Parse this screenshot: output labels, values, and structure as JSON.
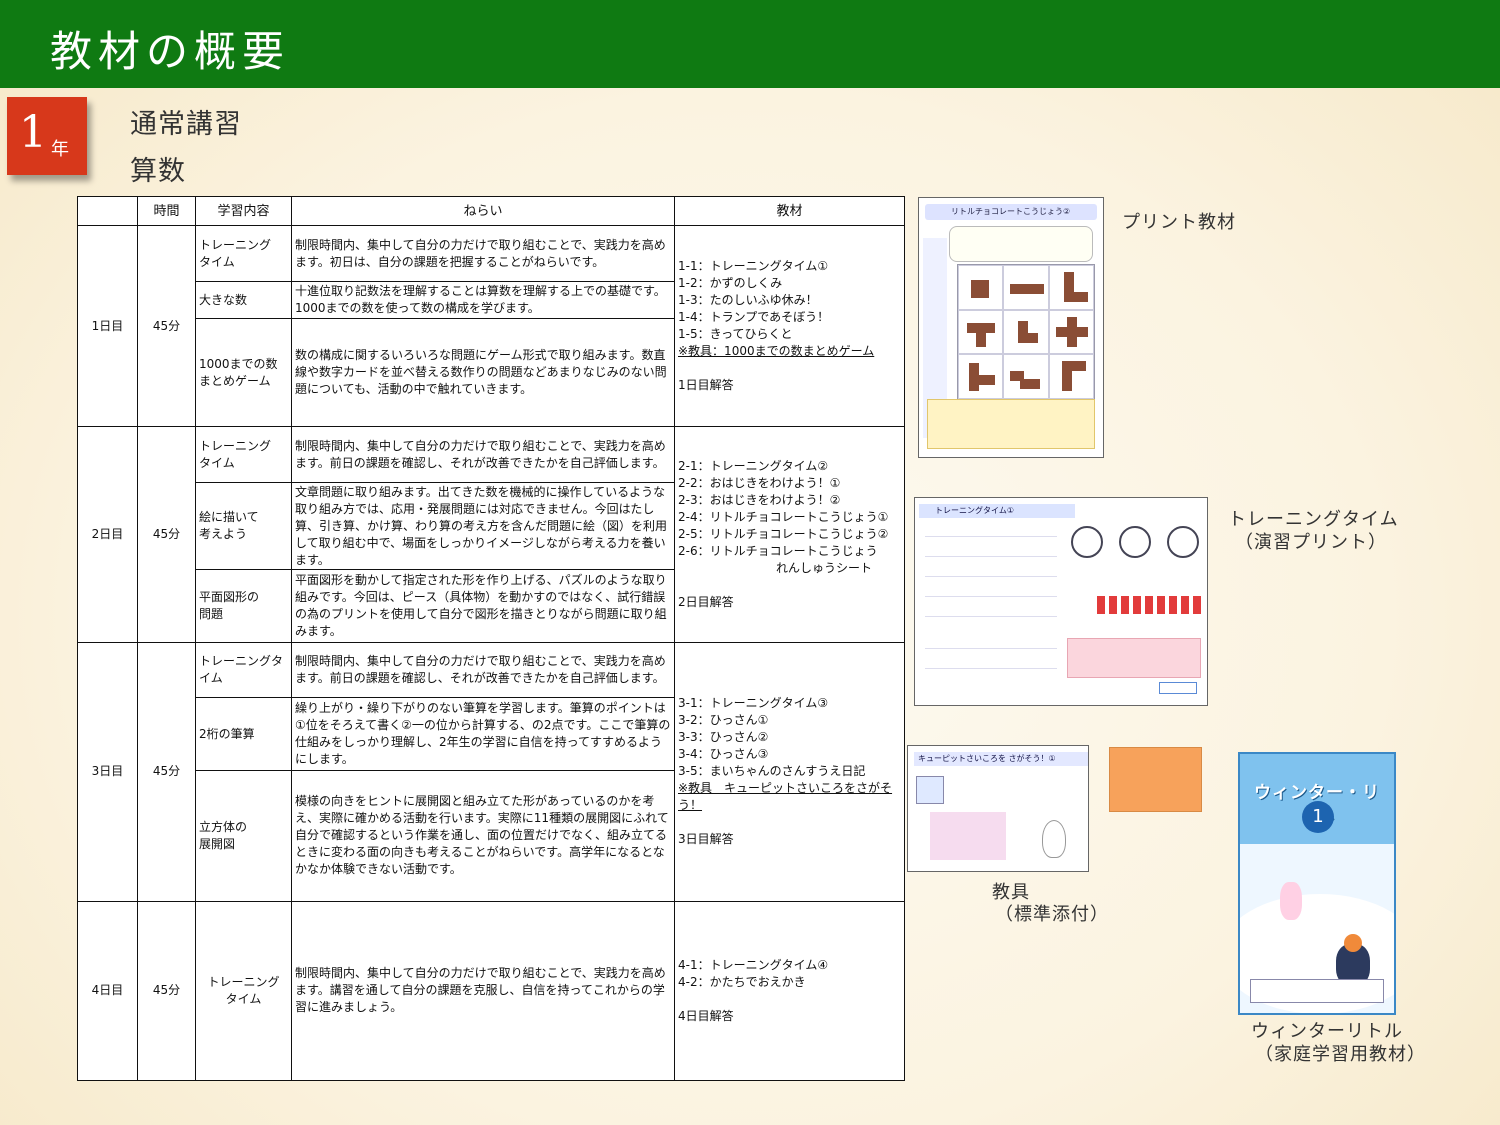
{
  "header": {
    "title": "教材の概要"
  },
  "grade_badge": {
    "number": "1",
    "suffix": "年"
  },
  "course": {
    "type": "通常講習",
    "subject": "算数"
  },
  "table": {
    "headers": [
      "",
      "時間",
      "学習内容",
      "ねらい",
      "教材"
    ],
    "days": [
      {
        "day": "1日目",
        "time": "45分",
        "rows": [
          {
            "content": "トレーニング\nタイム",
            "aim": "制限時間内、集中して自分の力だけで取り組むことで、実践力を高めます。初日は、自分の課題を把握することがねらいです。"
          },
          {
            "content": "大きな数",
            "aim": "十進位取り記数法を理解することは算数を理解する上での基礎です。1000までの数を使って数の構成を学びます。"
          },
          {
            "content": "1000までの数\nまとめゲーム",
            "aim": "数の構成に関するいろいろな問題にゲーム形式で取り組みます。数直線や数字カードを並べ替える数作りの問題などあまりなじみのない問題についても、活動の中で触れていきます。"
          }
        ],
        "materials": [
          "1-1：トレーニングタイム①",
          "1-2：かずのしくみ",
          "1-3：たのしいふゆ休み！",
          "1-4：トランプであそぼう！",
          "1-5：きってひらくと"
        ],
        "materials_note": "※教具：1000までの数まとめゲーム",
        "answer": "1日目解答"
      },
      {
        "day": "2日目",
        "time": "45分",
        "rows": [
          {
            "content": "トレーニング\nタイム",
            "aim": "制限時間内、集中して自分の力だけで取り組むことで、実践力を高めます。前日の課題を確認し、それが改善できたかを自己評価します。"
          },
          {
            "content": "絵に描いて\n考えよう",
            "aim": "文章問題に取り組みます。出てきた数を機械的に操作しているような取り組み方では、応用・発展問題には対応できません。今回はたし算、引き算、かけ算、わり算の考え方を含んだ問題に絵（図）を利用して取り組む中で、場面をしっかりイメージしながら考える力を養います。"
          },
          {
            "content": "平面図形の\n問題",
            "aim": "平面図形を動かして指定された形を作り上げる、パズルのような取り組みです。今回は、ピース（具体物）を動かすのではなく、試行錯誤の為のプリントを使用して自分で図形を描きとりながら問題に取り組みます。"
          }
        ],
        "materials": [
          "2-1：トレーニングタイム②",
          "2-2：おはじきをわけよう！①",
          "2-3：おはじきをわけよう！②",
          "2-4：リトルチョコレートこうじょう①",
          "2-5：リトルチョコレートこうじょう②",
          "2-6：リトルチョコレートこうじょう"
        ],
        "materials_cont": "れんしゅうシート",
        "answer": "2日目解答"
      },
      {
        "day": "3日目",
        "time": "45分",
        "rows": [
          {
            "content": "トレーニングタ\nイム",
            "aim": "制限時間内、集中して自分の力だけで取り組むことで、実践力を高めます。前日の課題を確認し、それが改善できたかを自己評価します。"
          },
          {
            "content": "2桁の筆算",
            "aim": "繰り上がり・繰り下がりのない筆算を学習します。筆算のポイントは①位をそろえて書く②一の位から計算する、の2点です。ここで筆算の仕組みをしっかり理解し、2年生の学習に自信を持ってすすめるようにします。"
          },
          {
            "content": "立方体の\n展開図",
            "aim": "模様の向きをヒントに展開図と組み立てた形があっているのかを考え、実際に確かめる活動を行います。実際に11種類の展開図にふれて自分で確認するという作業を通し、面の位置だけでなく、組み立てるときに変わる面の向きも考えることがねらいです。高学年になるとなかなか体験できない活動です。"
          }
        ],
        "materials": [
          "3-1：トレーニングタイム③",
          "3-2：ひっさん①",
          "3-3：ひっさん②",
          "3-4：ひっさん③",
          "3-5：まいちゃんのさんすうえ日記"
        ],
        "materials_note": "※教具　キューピットさいころをさがそう！",
        "answer": "3日目解答"
      },
      {
        "day": "4日目",
        "time": "45分",
        "rows": [
          {
            "content": "トレーニング\nタイム",
            "aim": "制限時間内、集中して自分の力だけで取り組むことで、実践力を高めます。講習を通して自分の課題を克服し、自信を持ってこれからの学習に進みましょう。"
          }
        ],
        "materials": [
          "4-1：トレーニングタイム④",
          "4-2：かたちでおえかき"
        ],
        "answer": "4日目解答"
      }
    ]
  },
  "side_materials": {
    "print": {
      "caption": "プリント教材",
      "header_text": "リトルチョコレートこうじょう②"
    },
    "training": {
      "caption_line1": "トレーニングタイム",
      "caption_line2": "（演習プリント）",
      "header_text": "トレーニングタイム①"
    },
    "tool": {
      "caption_line1": "教具",
      "caption_line2": "（標準添付）",
      "header_text": "キューピットさいころを さがそう！①"
    },
    "winter": {
      "caption_line1": "ウィンターリトル",
      "caption_line2": "（家庭学習用教材）",
      "book_title": "ウィンター・リトル",
      "book_grade": "1"
    }
  },
  "colors": {
    "header_green": "#0f7a12",
    "badge_red": "#d7381b",
    "chocolate": "#8a4d35"
  }
}
